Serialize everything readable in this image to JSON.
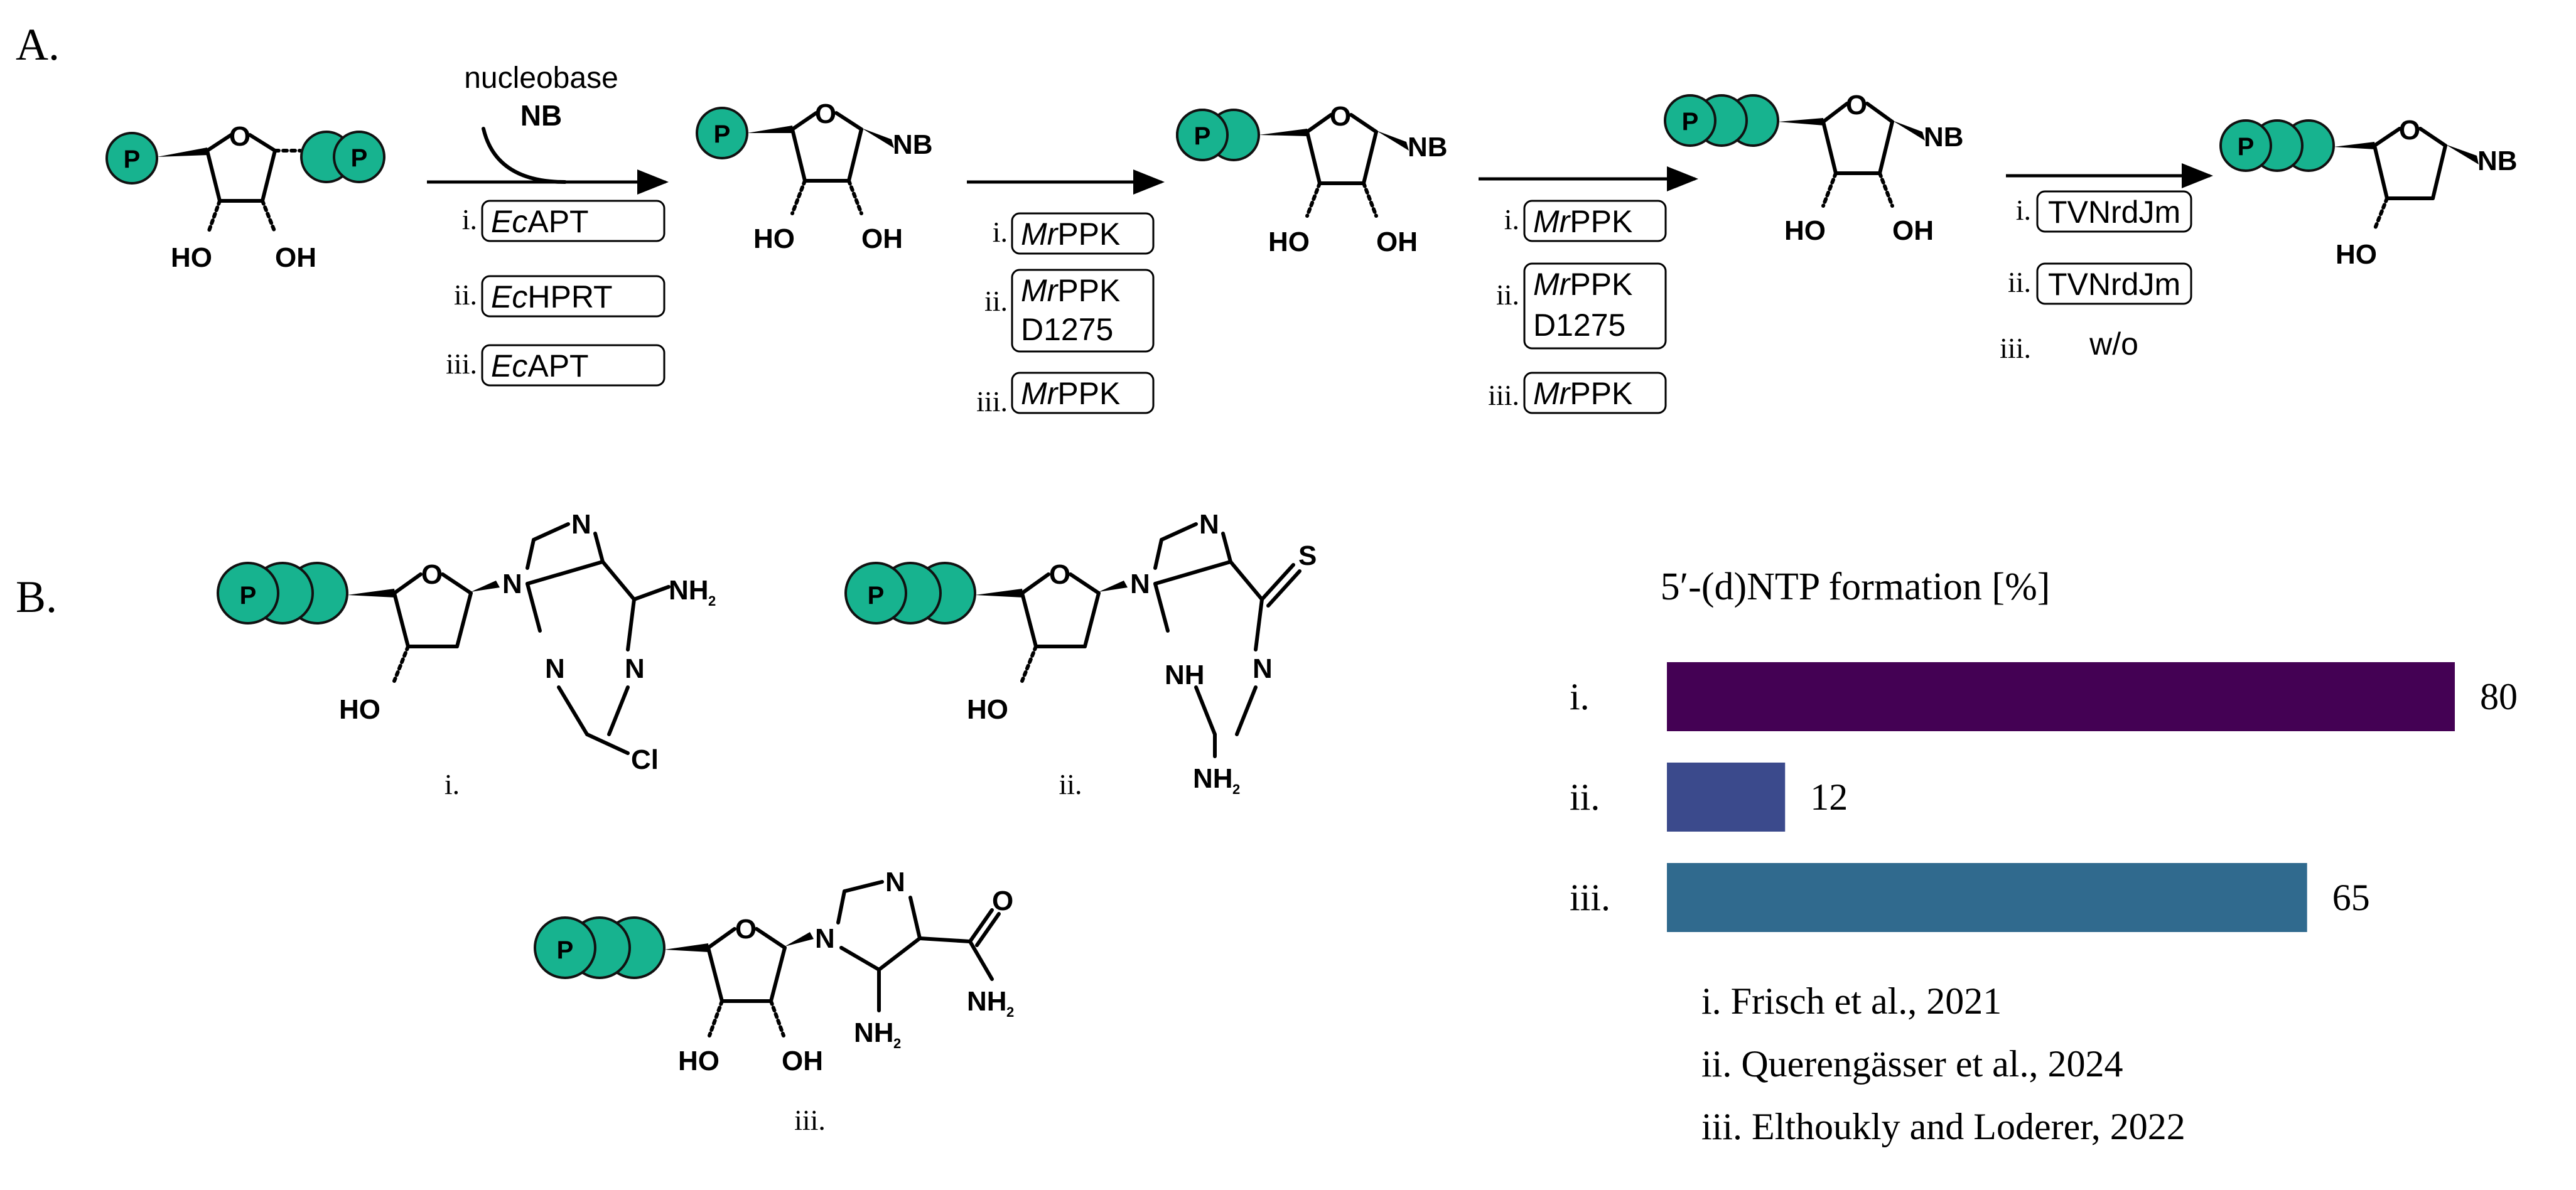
{
  "panel_a": {
    "label": "A.",
    "reagent_line1": "nucleobase",
    "reagent_line2": "NB",
    "step1": [
      {
        "roman": "i.",
        "enzyme": [
          "Ec",
          "APT"
        ]
      },
      {
        "roman": "ii.",
        "enzyme": [
          "Ec",
          "HPRT"
        ]
      },
      {
        "roman": "iii.",
        "enzyme": [
          "Ec",
          "APT"
        ]
      }
    ],
    "step2": [
      {
        "roman": "i.",
        "enzyme": [
          "Mr",
          "PPK"
        ]
      },
      {
        "roman": "ii.",
        "enzyme": [
          "Mr",
          "PPK"
        ],
        "extra": "D1275"
      },
      {
        "roman": "iii.",
        "enzyme": [
          "Mr",
          "PPK"
        ]
      }
    ],
    "step3": [
      {
        "roman": "i.",
        "enzyme": [
          "Mr",
          "PPK"
        ]
      },
      {
        "roman": "ii.",
        "enzyme": [
          "Mr",
          "PPK"
        ],
        "extra": "D1275"
      },
      {
        "roman": "iii.",
        "enzyme": [
          "Mr",
          "PPK"
        ]
      }
    ],
    "step4": [
      {
        "roman": "i.",
        "enzyme": "TVNrdJm"
      },
      {
        "roman": "ii.",
        "enzyme": "TVNrdJm"
      },
      {
        "roman": "iii.",
        "text": "w/o"
      }
    ]
  },
  "panel_b": {
    "label": "B.",
    "compounds": [
      "i.",
      "ii.",
      "iii."
    ]
  },
  "atoms": {
    "P": "P",
    "O": "O",
    "NB": "NB",
    "HO": "HO",
    "OH": "OH",
    "N": "N",
    "NH2": "NH",
    "NH2_sub": "2",
    "S": "S",
    "Cl": "Cl",
    "NH": "NH"
  },
  "chart_data": {
    "type": "bar",
    "orientation": "horizontal",
    "title": "5′-(d)NTP formation [%]",
    "categories": [
      "i.",
      "ii.",
      "iii."
    ],
    "values": [
      80,
      12,
      65
    ],
    "colors": [
      "#440154",
      "#3b4a8c",
      "#306a8e"
    ],
    "xlim": [
      0,
      80
    ],
    "grid": false,
    "references": [
      "i. Frisch et al., 2021",
      "ii. Querengässer et al., 2024",
      "iii. Elthoukly and Loderer, 2022"
    ]
  }
}
